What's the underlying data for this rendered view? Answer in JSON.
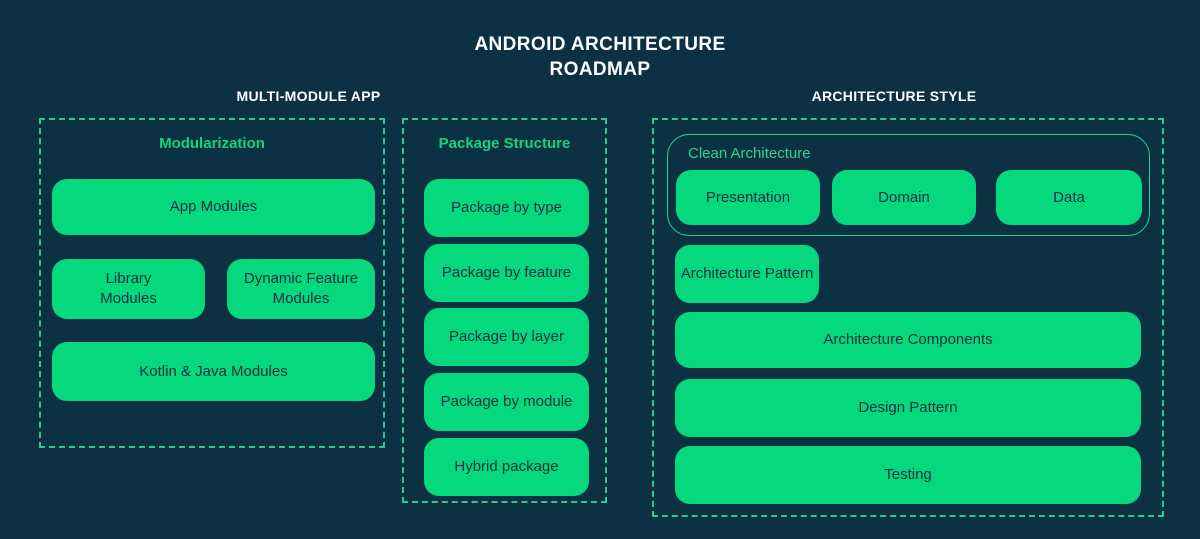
{
  "title": {
    "line1": "ANDROID ARCHITECTURE",
    "line2": "ROADMAP"
  },
  "sections": {
    "multi_module_app": {
      "header": "MULTI-MODULE APP",
      "modularization": {
        "title": "Modularization",
        "items": {
          "app_modules": "App Modules",
          "library_modules": "Library\nModules",
          "dynamic_feature_modules": "Dynamic Feature\nModules",
          "kotlin_java_modules": "Kotlin & Java Modules"
        }
      },
      "package_structure": {
        "title": "Package Structure",
        "items": [
          "Package by type",
          "Package by feature",
          "Package by layer",
          "Package by module",
          "Hybrid package"
        ]
      }
    },
    "architecture_style": {
      "header": "ARCHITECTURE STYLE",
      "clean_architecture": {
        "title": "Clean Architecture",
        "layers": [
          "Presentation",
          "Domain",
          "Data"
        ]
      },
      "items": [
        "Architecture Pattern",
        "Architecture Components",
        "Design Pattern",
        "Testing"
      ]
    }
  },
  "colors": {
    "background": "#0b3143",
    "node_green": "#06d97d",
    "dashed_border_green": "#2fca8b",
    "solid_border_green": "#2bd28c",
    "section_label_green": "#14d37e",
    "clean_arch_label_green": "#2dd28d",
    "node_text_dark": "#0a2f40",
    "heading_white": "#ffffff"
  }
}
